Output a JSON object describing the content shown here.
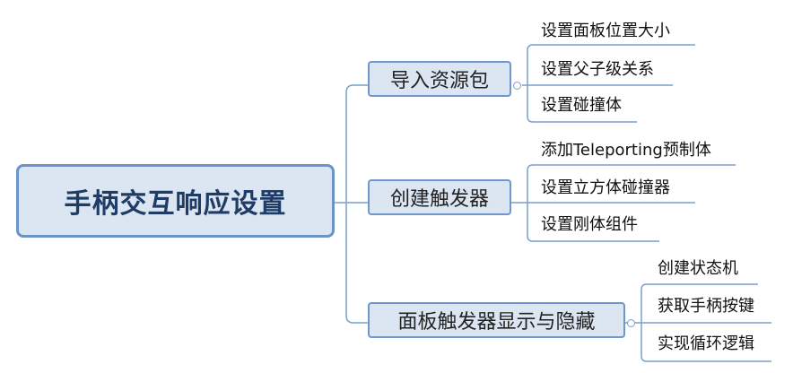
{
  "root": {
    "label": "手柄交互响应设置"
  },
  "branches": [
    {
      "label": "导入资源包",
      "children": [
        "设置面板位置大小",
        "设置父子级关系",
        "设置碰撞体"
      ]
    },
    {
      "label": "创建触发器",
      "children": [
        "添加Teleporting预制体",
        "设置立方体碰撞器",
        "设置刚体组件"
      ]
    },
    {
      "label": "面板触发器显示与隐藏",
      "children": [
        "创建状态机",
        "获取手柄按键",
        "实现循环逻辑"
      ]
    }
  ],
  "colors": {
    "root_fill": "#dce6f2",
    "root_border": "#6c93c8",
    "branch_fill": "#dce6f2",
    "branch_border": "#6f97cc",
    "line": "#7a9fcc"
  }
}
